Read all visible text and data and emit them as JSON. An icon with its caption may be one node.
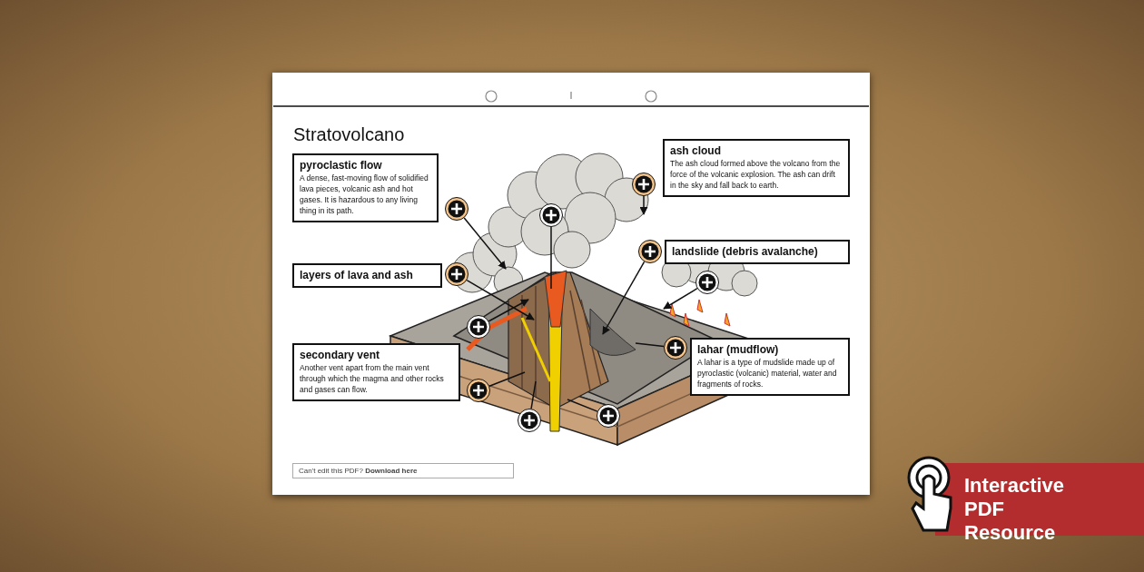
{
  "diagram": {
    "title": "Stratovolcano",
    "nodes": [
      {
        "text": [
          "pyroclastic flow",
          "A dense, fast-moving flow of solidified lava pieces, volcanic ash and hot gases. It is hazardous to any living thing in its path."
        ]
      },
      {
        "text": [
          "ash cloud",
          "The ash cloud formed above the volcano from the force of the volcanic explosion. The ash can drift in the sky and fall back to earth."
        ]
      },
      {
        "text": [
          "layers of lava and ash"
        ]
      },
      {
        "text": [
          "landslide (debris avalanche)"
        ]
      },
      {
        "text": [
          "secondary vent",
          "Another vent apart from the main vent through which the magma and other rocks and gases can flow."
        ]
      },
      {
        "text": [
          "lahar (mudflow)",
          "A lahar is a type of mudslide made up of pyroclastic (volcanic) material, water and fragments of rocks."
        ]
      },
      {
        "text": [],
        "shape": "circle"
      },
      {
        "text": [],
        "shape": "circle"
      },
      {
        "text": [],
        "shape": "circle"
      },
      {
        "text": [],
        "shape": "circle"
      },
      {
        "text": [],
        "shape": "circle"
      },
      {
        "text": [],
        "shape": "circle"
      },
      {
        "text": [],
        "shape": "circle"
      },
      {
        "text": [],
        "shape": "circle"
      },
      {
        "text": [],
        "shape": "circle"
      },
      {
        "text": [],
        "shape": "circle"
      },
      {
        "text": [],
        "shape": "circle"
      }
    ],
    "edges": [
      {
        "from": 6,
        "to": null,
        "arrow": "to"
      },
      {
        "from": 7,
        "to": null,
        "arrow": "none"
      },
      {
        "from": 8,
        "to": null,
        "arrow": "to"
      },
      {
        "from": 9,
        "to": null,
        "arrow": "to"
      },
      {
        "from": 10,
        "to": null,
        "arrow": "to"
      },
      {
        "from": 11,
        "to": null,
        "arrow": "to"
      },
      {
        "from": 12,
        "to": null,
        "arrow": "to"
      },
      {
        "from": 13,
        "to": null,
        "arrow": "none"
      },
      {
        "from": 14,
        "to": null,
        "arrow": "none"
      },
      {
        "from": 15,
        "to": null,
        "arrow": "none"
      },
      {
        "from": 16,
        "to": null,
        "arrow": "none"
      }
    ],
    "labels": [
      "Can't edit this PDF? **Download here**",
      "Interactive PDF Resource"
    ]
  }
}
